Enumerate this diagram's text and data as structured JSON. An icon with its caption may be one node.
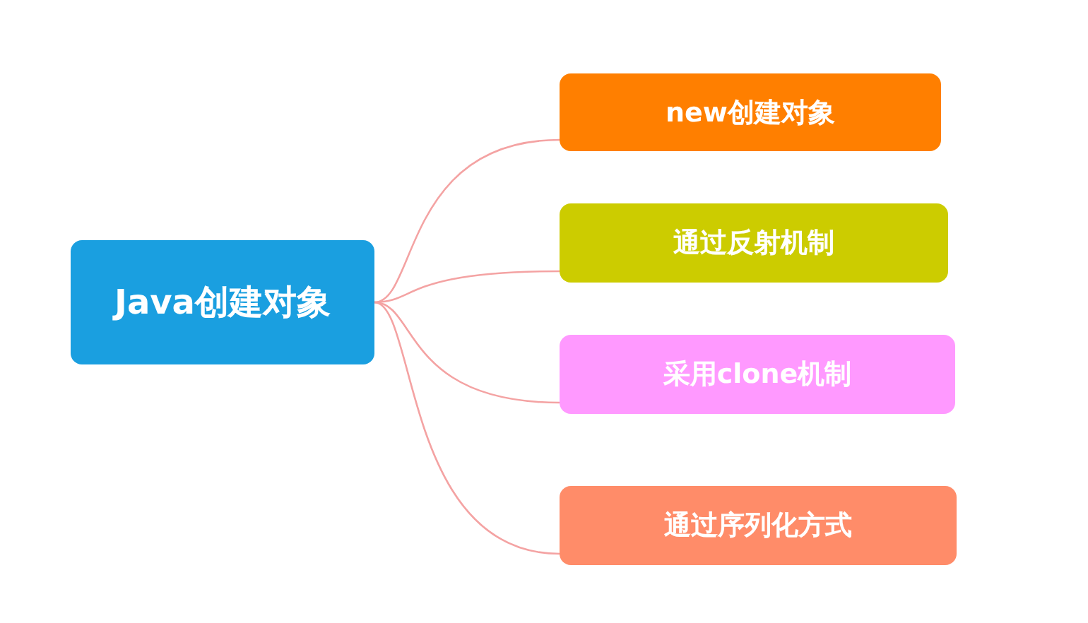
{
  "diagram": {
    "nodes": [
      {
        "text": [
          "Java创建对象"
        ]
      },
      {
        "text": [
          "new创建对象"
        ]
      },
      {
        "text": [
          "通过反射机制"
        ]
      },
      {
        "text": [
          "采用clone机制"
        ]
      },
      {
        "text": [
          "通过序列化方式"
        ]
      }
    ],
    "edges": [
      {
        "from": 0,
        "to": 1,
        "arrow": "none"
      },
      {
        "from": 0,
        "to": 2,
        "arrow": "none"
      },
      {
        "from": 0,
        "to": 3,
        "arrow": "none"
      },
      {
        "from": 0,
        "to": 4,
        "arrow": "none"
      }
    ]
  }
}
